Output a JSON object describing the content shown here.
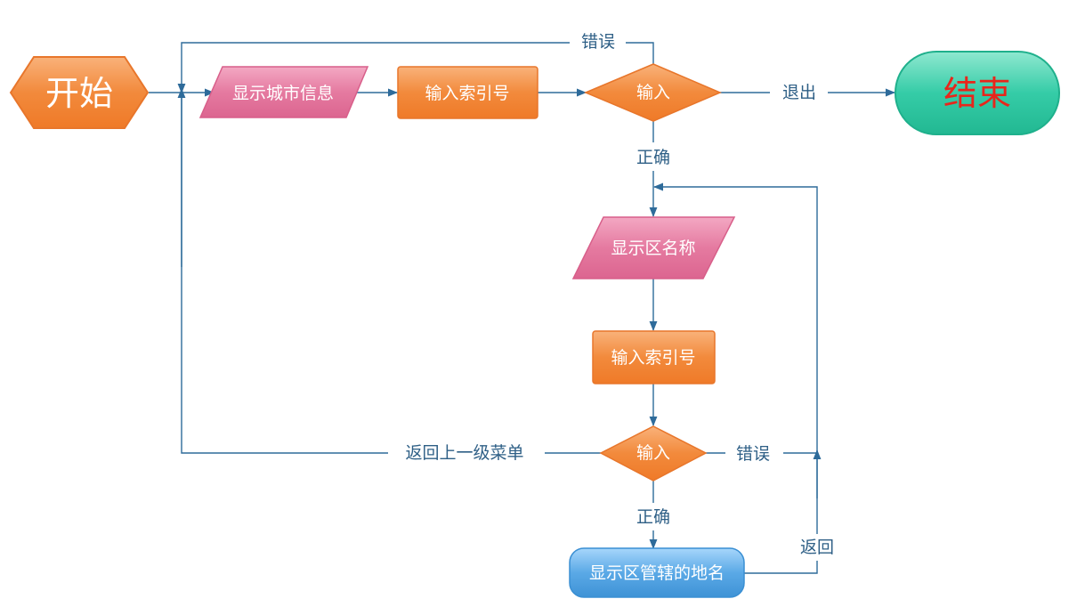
{
  "colors": {
    "edge": "#2e6b9a",
    "label": "#2e5f86",
    "orange": "#f28a3c",
    "pink": "#e57aa0",
    "teal": "#2fc7a3",
    "blue": "#5aa9e6",
    "end_text": "#e8261b"
  },
  "nodes": {
    "start": "开始",
    "show_city": "显示城市信息",
    "input_index_1": "输入索引号",
    "input_decision_1": "输入",
    "end": "结束",
    "show_district": "显示区名称",
    "input_index_2": "输入索引号",
    "input_decision_2": "输入",
    "show_places": "显示区管辖的地名"
  },
  "edge_labels": {
    "error_1": "错误",
    "exit": "退出",
    "correct_1": "正确",
    "back_to_menu": "返回上一级菜单",
    "error_2": "错误",
    "correct_2": "正确",
    "return": "返回"
  }
}
